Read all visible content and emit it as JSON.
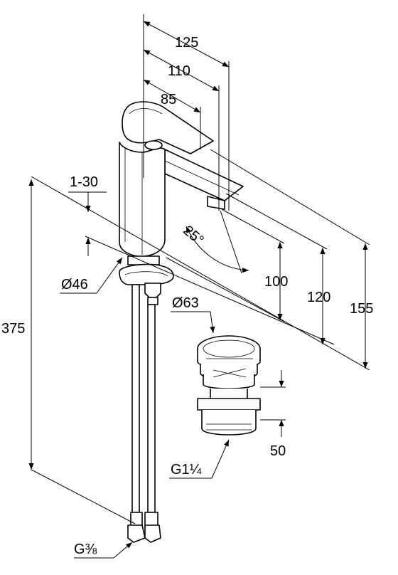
{
  "dimensions": {
    "d125": "125",
    "d110": "110",
    "d85": "85",
    "d1_30": "1-30",
    "d25": "25°",
    "d100": "100",
    "d120": "120",
    "d155": "155",
    "d375": "375",
    "d46": "Ø46",
    "d63": "Ø63",
    "d50": "50",
    "g114": "G1¼",
    "g38": "G⅜"
  }
}
